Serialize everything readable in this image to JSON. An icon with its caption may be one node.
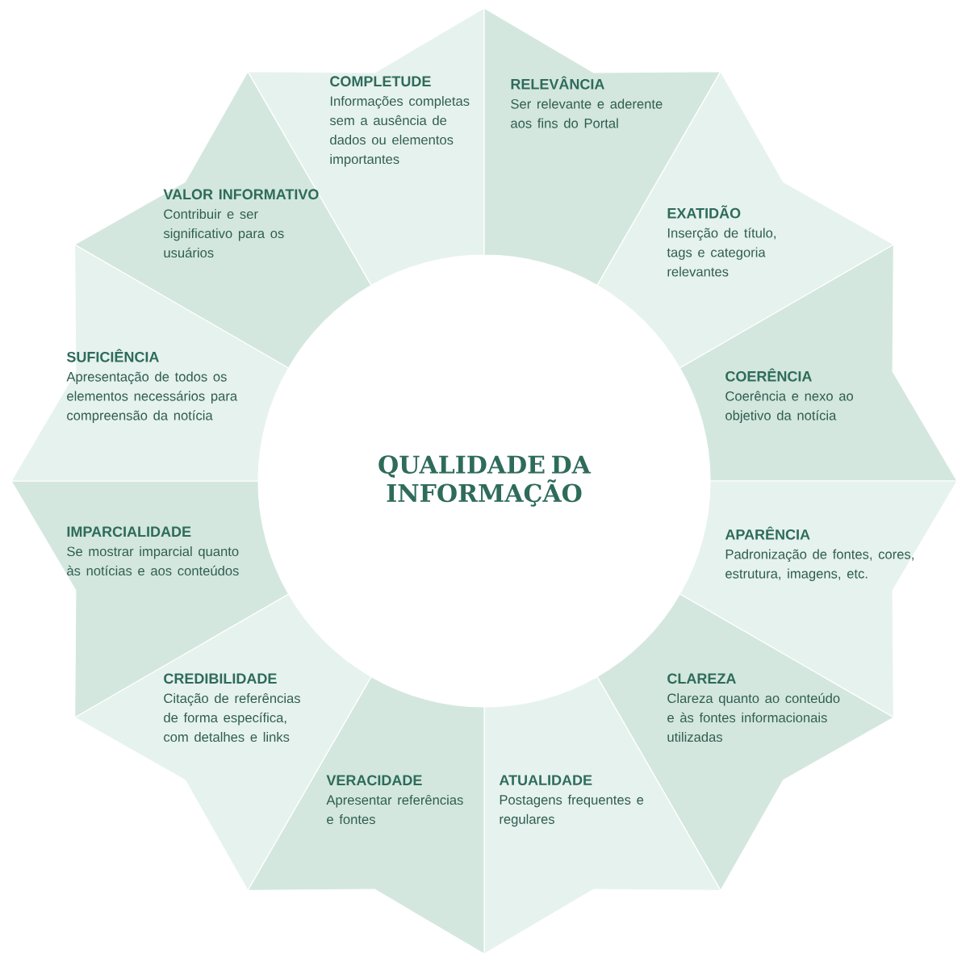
{
  "diagram": {
    "title": "QUALIDADE DA INFORMAÇÃO",
    "nodes": [
      {
        "text": [
          "COMPLETUDE",
          "Informações completas sem a ausência de dados ou elementos importantes"
        ]
      },
      {
        "text": [
          "RELEVÂNCIA",
          "Ser relevante e aderente aos fins do Portal"
        ]
      },
      {
        "text": [
          "EXATIDÃO",
          "Inserção de título, tags e categoria relevantes"
        ]
      },
      {
        "text": [
          "COERÊNCIA",
          "Coerência e nexo ao objetivo da notícia"
        ]
      },
      {
        "text": [
          "APARÊNCIA",
          "Padronização de fontes, cores, estrutura, imagens, etc."
        ]
      },
      {
        "text": [
          "CLAREZA",
          "Clareza quanto ao conteúdo e às fontes informacionais utilizadas"
        ]
      },
      {
        "text": [
          "ATUALIDADE",
          "Postagens frequentes e regulares"
        ]
      },
      {
        "text": [
          "VERACIDADE",
          "Apresentar referências e fontes"
        ]
      },
      {
        "text": [
          "CREDIBILIDADE",
          "Citação de referências de forma específica, com detalhes e links"
        ]
      },
      {
        "text": [
          "IMPARCIALIDADE",
          "Se mostrar imparcial quanto às notícias e aos conteúdos"
        ]
      },
      {
        "text": [
          "SUFICIÊNCIA",
          "Apresentação de todos os elementos necessários para compreensão da notícia"
        ]
      },
      {
        "text": [
          "VALOR INFORMATIVO",
          "Contribuir e ser significativo para os usuários"
        ]
      }
    ]
  }
}
